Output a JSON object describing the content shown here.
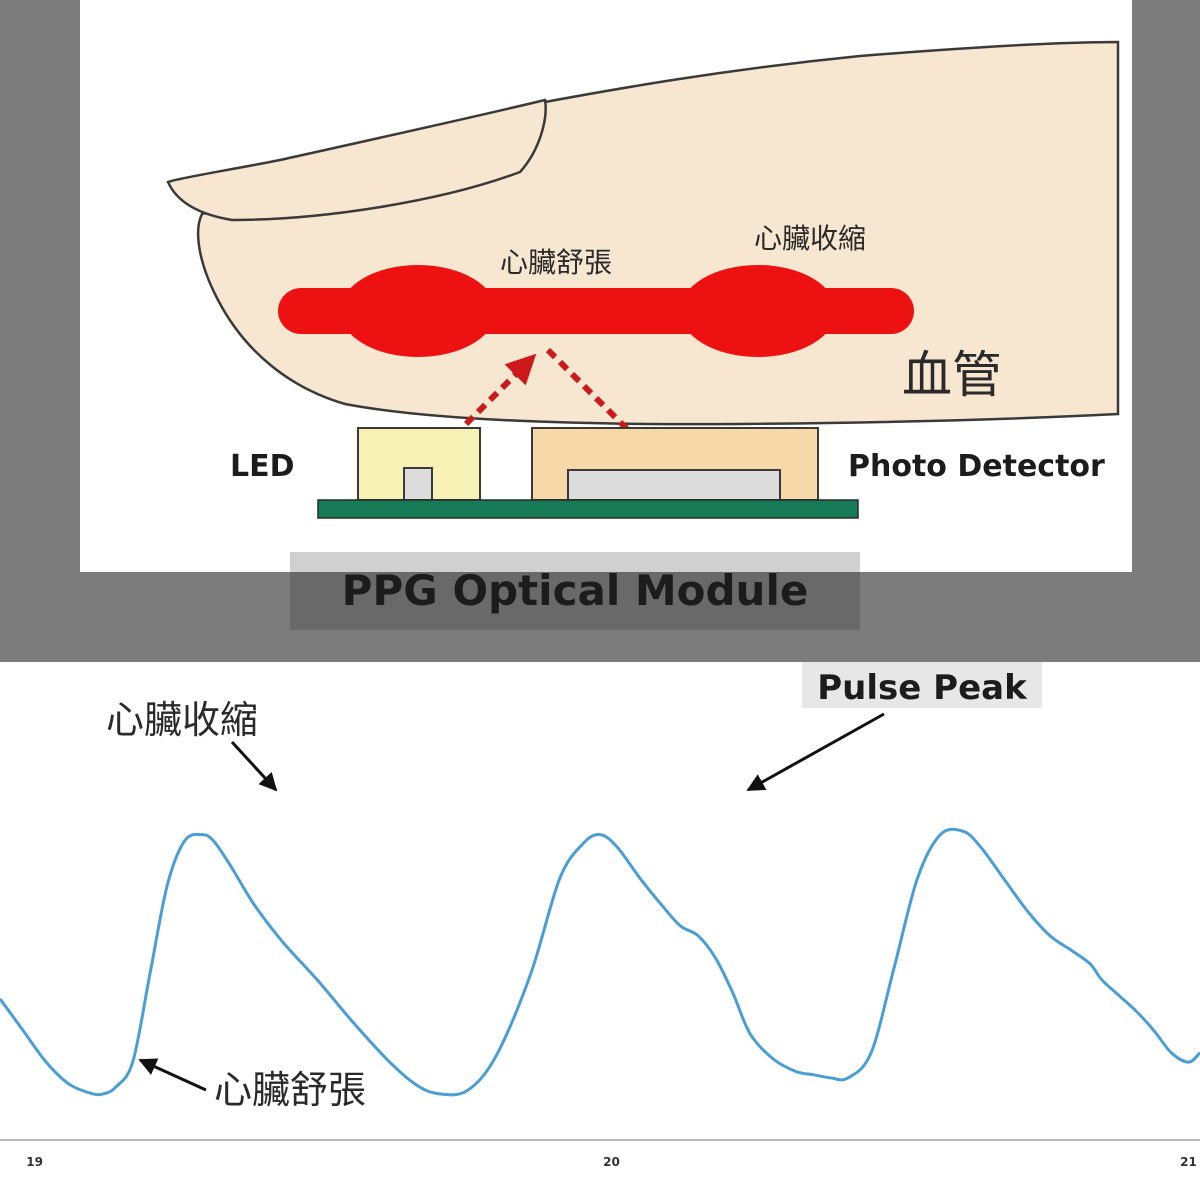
{
  "diagram": {
    "label_diastole": "心臟舒張",
    "label_systole": "心臟收縮",
    "label_vessel": "血管",
    "label_led": "LED",
    "label_detector": "Photo Detector",
    "module_caption": "PPG Optical Module",
    "colors": {
      "frame": "#7c7c7c",
      "skin": "#f8e7d0",
      "blood": "#ee1111",
      "led_body": "#f7f2b3",
      "detector_body": "#f7d8a8",
      "pcb": "#157a55"
    }
  },
  "waveform": {
    "label_peak_cn": "心臟收縮",
    "label_trough_cn": "心臟舒張",
    "label_pulse_peak": "Pulse Peak",
    "line_color": "#4a9ed3"
  },
  "chart_data": {
    "type": "line",
    "title": "",
    "xlabel": "",
    "ylabel": "",
    "x_ticks": [
      "19",
      "20",
      "21"
    ],
    "xlim": [
      18.94,
      21.02
    ],
    "ylim": [
      0,
      1
    ],
    "grid": false,
    "series": [
      {
        "x": [
          18.94,
          18.98,
          19.02,
          19.06,
          19.1,
          19.12,
          19.14,
          19.17,
          19.2,
          19.23,
          19.26,
          19.29,
          19.31,
          19.34,
          19.38,
          19.43,
          19.49,
          19.55,
          19.61,
          19.66,
          19.7,
          19.75,
          19.8,
          19.86,
          19.91,
          19.95,
          19.98,
          20.01,
          20.05,
          20.09,
          20.12,
          20.15,
          20.18,
          20.21,
          20.24,
          20.28,
          20.32,
          20.35,
          20.38,
          20.41,
          20.45,
          20.49,
          20.53,
          20.57,
          20.61,
          20.64,
          20.68,
          20.72,
          20.76,
          20.8,
          20.83,
          20.85,
          20.88,
          20.91,
          20.94,
          20.97,
          21.0,
          21.02
        ],
        "y": [
          0.32,
          0.22,
          0.12,
          0.05,
          0.02,
          0.02,
          0.04,
          0.12,
          0.4,
          0.68,
          0.82,
          0.84,
          0.82,
          0.74,
          0.62,
          0.5,
          0.38,
          0.25,
          0.13,
          0.05,
          0.02,
          0.03,
          0.14,
          0.4,
          0.7,
          0.81,
          0.84,
          0.8,
          0.7,
          0.61,
          0.55,
          0.52,
          0.45,
          0.34,
          0.21,
          0.13,
          0.09,
          0.08,
          0.07,
          0.07,
          0.15,
          0.42,
          0.7,
          0.84,
          0.85,
          0.8,
          0.7,
          0.6,
          0.52,
          0.47,
          0.43,
          0.38,
          0.33,
          0.28,
          0.22,
          0.15,
          0.12,
          0.15
        ]
      }
    ]
  }
}
